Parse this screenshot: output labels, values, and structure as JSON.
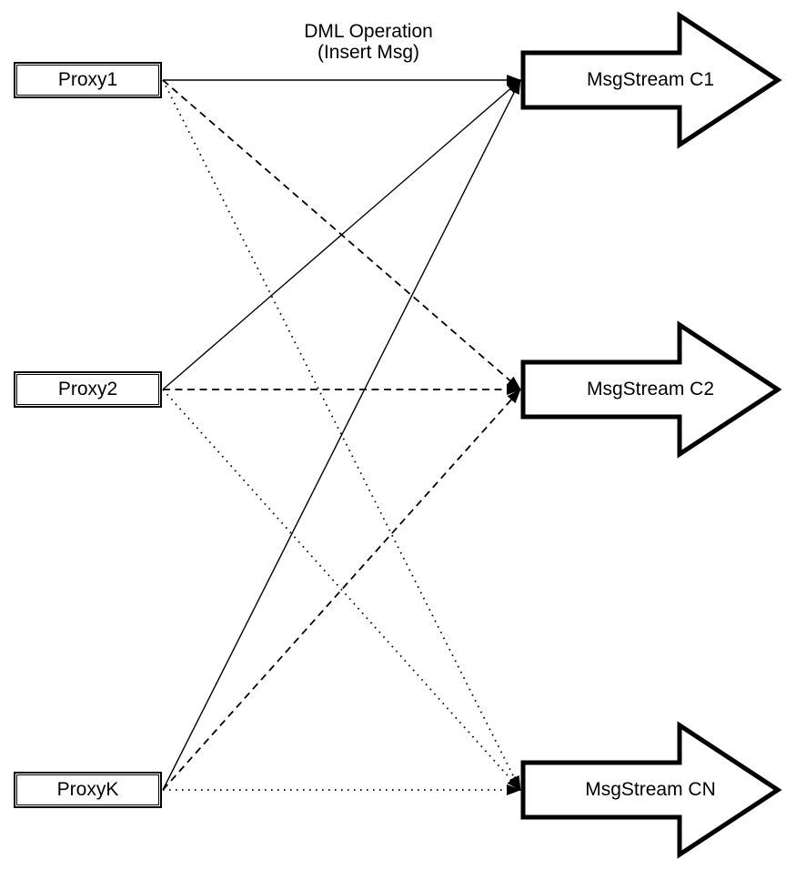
{
  "diagram": {
    "annotation": {
      "line1": "DML Operation",
      "line2": "(Insert Msg)"
    },
    "proxies": [
      {
        "id": "proxy1",
        "label": "Proxy1"
      },
      {
        "id": "proxy2",
        "label": "Proxy2"
      },
      {
        "id": "proxyk",
        "label": "ProxyK"
      }
    ],
    "streams": [
      {
        "id": "c1",
        "label": "MsgStream C1"
      },
      {
        "id": "c2",
        "label": "MsgStream C2"
      },
      {
        "id": "cn",
        "label": "MsgStream CN"
      }
    ],
    "edges": [
      {
        "from": "proxy1",
        "to": "c1",
        "style": "solid"
      },
      {
        "from": "proxy2",
        "to": "c1",
        "style": "solid"
      },
      {
        "from": "proxyk",
        "to": "c1",
        "style": "solid"
      },
      {
        "from": "proxy1",
        "to": "c2",
        "style": "dashed"
      },
      {
        "from": "proxy2",
        "to": "c2",
        "style": "dashed"
      },
      {
        "from": "proxyk",
        "to": "c2",
        "style": "dashed"
      },
      {
        "from": "proxy1",
        "to": "cn",
        "style": "dotted"
      },
      {
        "from": "proxy2",
        "to": "cn",
        "style": "dotted"
      },
      {
        "from": "proxyk",
        "to": "cn",
        "style": "dotted"
      }
    ],
    "colors": {
      "stroke": "#000000",
      "fill": "#ffffff",
      "background": "#ffffff"
    }
  }
}
